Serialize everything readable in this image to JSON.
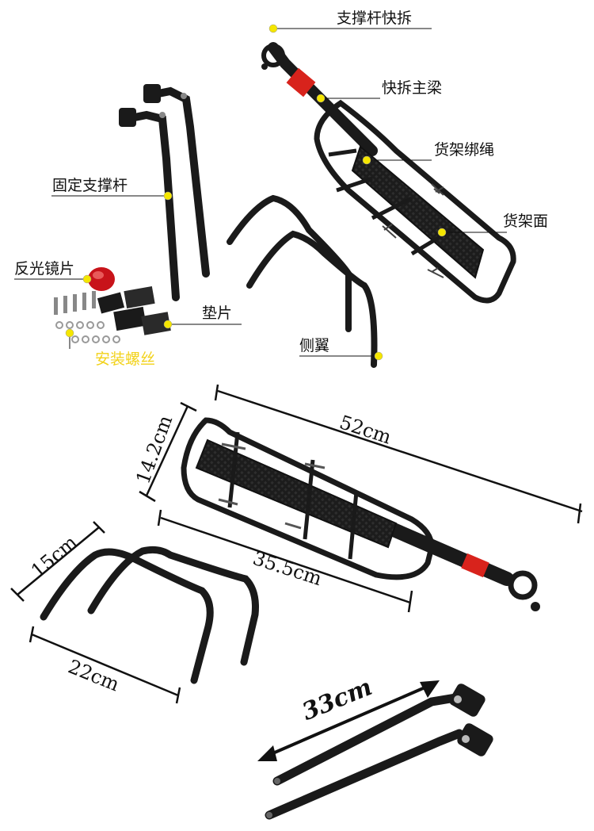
{
  "labels": {
    "seatpost_quick_release": "支撑杆快拆",
    "quick_release_main_beam": "快拆主梁",
    "cargo_strap": "货架绑绳",
    "rack_surface": "货架面",
    "fixed_support_rod": "固定支撑杆",
    "reflector": "反光镜片",
    "gasket": "垫片",
    "side_wing": "侧翼",
    "mounting_screws": "安装螺丝"
  },
  "dimensions": {
    "rack_length": "52cm",
    "rack_width": "14.2cm",
    "rack_platform_length": "35.5cm",
    "wing_height": "15cm",
    "wing_span": "22cm",
    "support_rod_length": "33cm"
  },
  "colors": {
    "metal": "#1a1a1a",
    "metal_highlight": "#555555",
    "reflector": "#c8131a",
    "callout_dot": "#f5e600",
    "label_yellow": "#f2d21a",
    "sticker": "#d8231c"
  }
}
